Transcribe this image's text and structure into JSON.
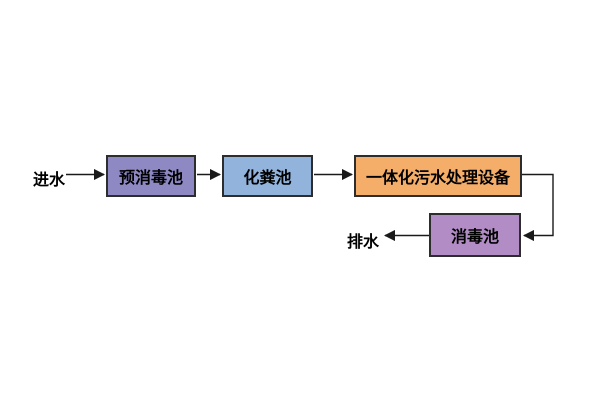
{
  "diagram": {
    "type": "flowchart",
    "flow_labels": {
      "inlet": "进水",
      "outlet": "排水"
    },
    "nodes": [
      {
        "id": "pre-disinfection-tank",
        "label": "预消毒池",
        "fill": "#8E89C3"
      },
      {
        "id": "septic-tank",
        "label": "化粪池",
        "fill": "#91B3DC"
      },
      {
        "id": "integrated-sewage-treatment-equipment",
        "label": "一体化污水处理设备",
        "fill": "#F4AE6A"
      },
      {
        "id": "disinfection-tank",
        "label": "消毒池",
        "fill": "#B28CC5"
      }
    ],
    "edges": [
      {
        "from": "inlet",
        "to": "pre-disinfection-tank"
      },
      {
        "from": "pre-disinfection-tank",
        "to": "septic-tank"
      },
      {
        "from": "septic-tank",
        "to": "integrated-sewage-treatment-equipment"
      },
      {
        "from": "integrated-sewage-treatment-equipment",
        "to": "disinfection-tank"
      },
      {
        "from": "disinfection-tank",
        "to": "outlet"
      }
    ],
    "colors": {
      "background": "#ffffff",
      "border": "#2d2d2d",
      "arrow": "#1a1a1a",
      "text": "#000000"
    }
  }
}
